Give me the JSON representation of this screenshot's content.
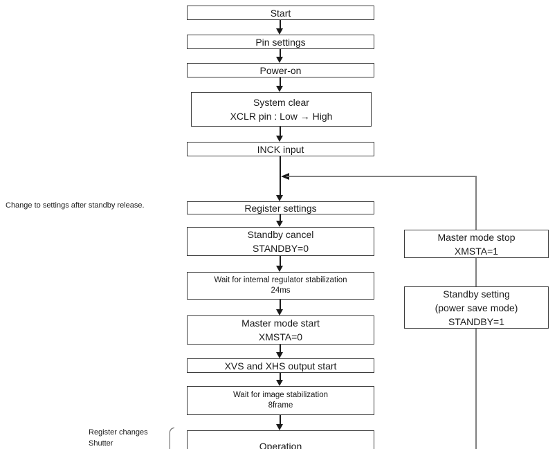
{
  "diagram": {
    "type": "flowchart",
    "colors": {
      "background": "#ffffff",
      "box_fill": "#ffffff",
      "box_border": "#3a3a3a",
      "flow_line": "#1a1a1a",
      "feedback_line": "#808080",
      "text": "#1a1a1a"
    },
    "main_flow": [
      {
        "id": "start",
        "lines": [
          "Start"
        ]
      },
      {
        "id": "pin-settings",
        "lines": [
          "Pin settings"
        ]
      },
      {
        "id": "power-on",
        "lines": [
          "Power-on"
        ]
      },
      {
        "id": "system-clear",
        "lines": [
          "System clear",
          "XCLR pin : Low → High"
        ]
      },
      {
        "id": "inck-input",
        "lines": [
          "INCK input"
        ]
      },
      {
        "id": "register-settings",
        "lines": [
          "Register settings"
        ]
      },
      {
        "id": "standby-cancel",
        "lines": [
          "Standby cancel",
          "STANDBY=0"
        ]
      },
      {
        "id": "wait-regulator",
        "lines": [
          "Wait for internal regulator stabilization",
          "24ms"
        ]
      },
      {
        "id": "master-mode-start",
        "lines": [
          "Master mode start",
          "XMSTA=0"
        ]
      },
      {
        "id": "xvs-xhs-output-start",
        "lines": [
          "XVS and XHS output start"
        ]
      },
      {
        "id": "wait-image-stabilization",
        "lines": [
          "Wait for image stabilization",
          "8frame"
        ]
      },
      {
        "id": "operation",
        "lines": [
          "Operation"
        ]
      }
    ],
    "standby_branch": [
      {
        "id": "master-mode-stop",
        "lines": [
          "Master mode stop",
          "XMSTA=1"
        ]
      },
      {
        "id": "standby-setting",
        "lines": [
          "Standby setting",
          "(power save mode)",
          "STANDBY=1"
        ]
      }
    ],
    "annotations": {
      "standby_release_note": "Change to settings after standby release.",
      "register_changes": "Register changes",
      "shutter": "Shutter"
    }
  }
}
